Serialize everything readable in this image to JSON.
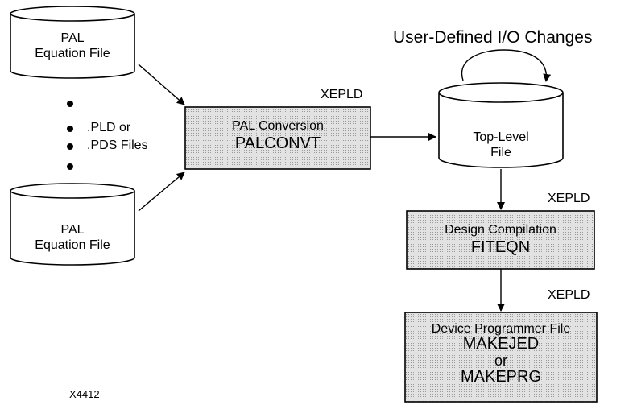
{
  "diagram": {
    "title": "User-Defined I/O Changes",
    "figure_id": "X4412",
    "input_files": [
      {
        "line1": "PAL",
        "line2": "Equation File"
      },
      {
        "line1": "PAL",
        "line2": "Equation File"
      }
    ],
    "file_types_note": {
      "line1": ".PLD or",
      "line2": ".PDS Files"
    },
    "palconvt": {
      "tag": "XEPLD",
      "subtitle": "PAL Conversion",
      "name": "PALCONVT"
    },
    "top_level_file": {
      "line1": "Top-Level",
      "line2": "File"
    },
    "fiteqn": {
      "tag": "XEPLD",
      "subtitle": "Design Compilation",
      "name": "FITEQN"
    },
    "makejed": {
      "tag": "XEPLD",
      "subtitle": "Device Programmer File",
      "line1": "MAKEJED",
      "line2": "or",
      "line3": "MAKEPRG"
    },
    "colors": {
      "box_fill": "#d4d4d4",
      "stroke": "#000000",
      "background": "#ffffff"
    }
  }
}
